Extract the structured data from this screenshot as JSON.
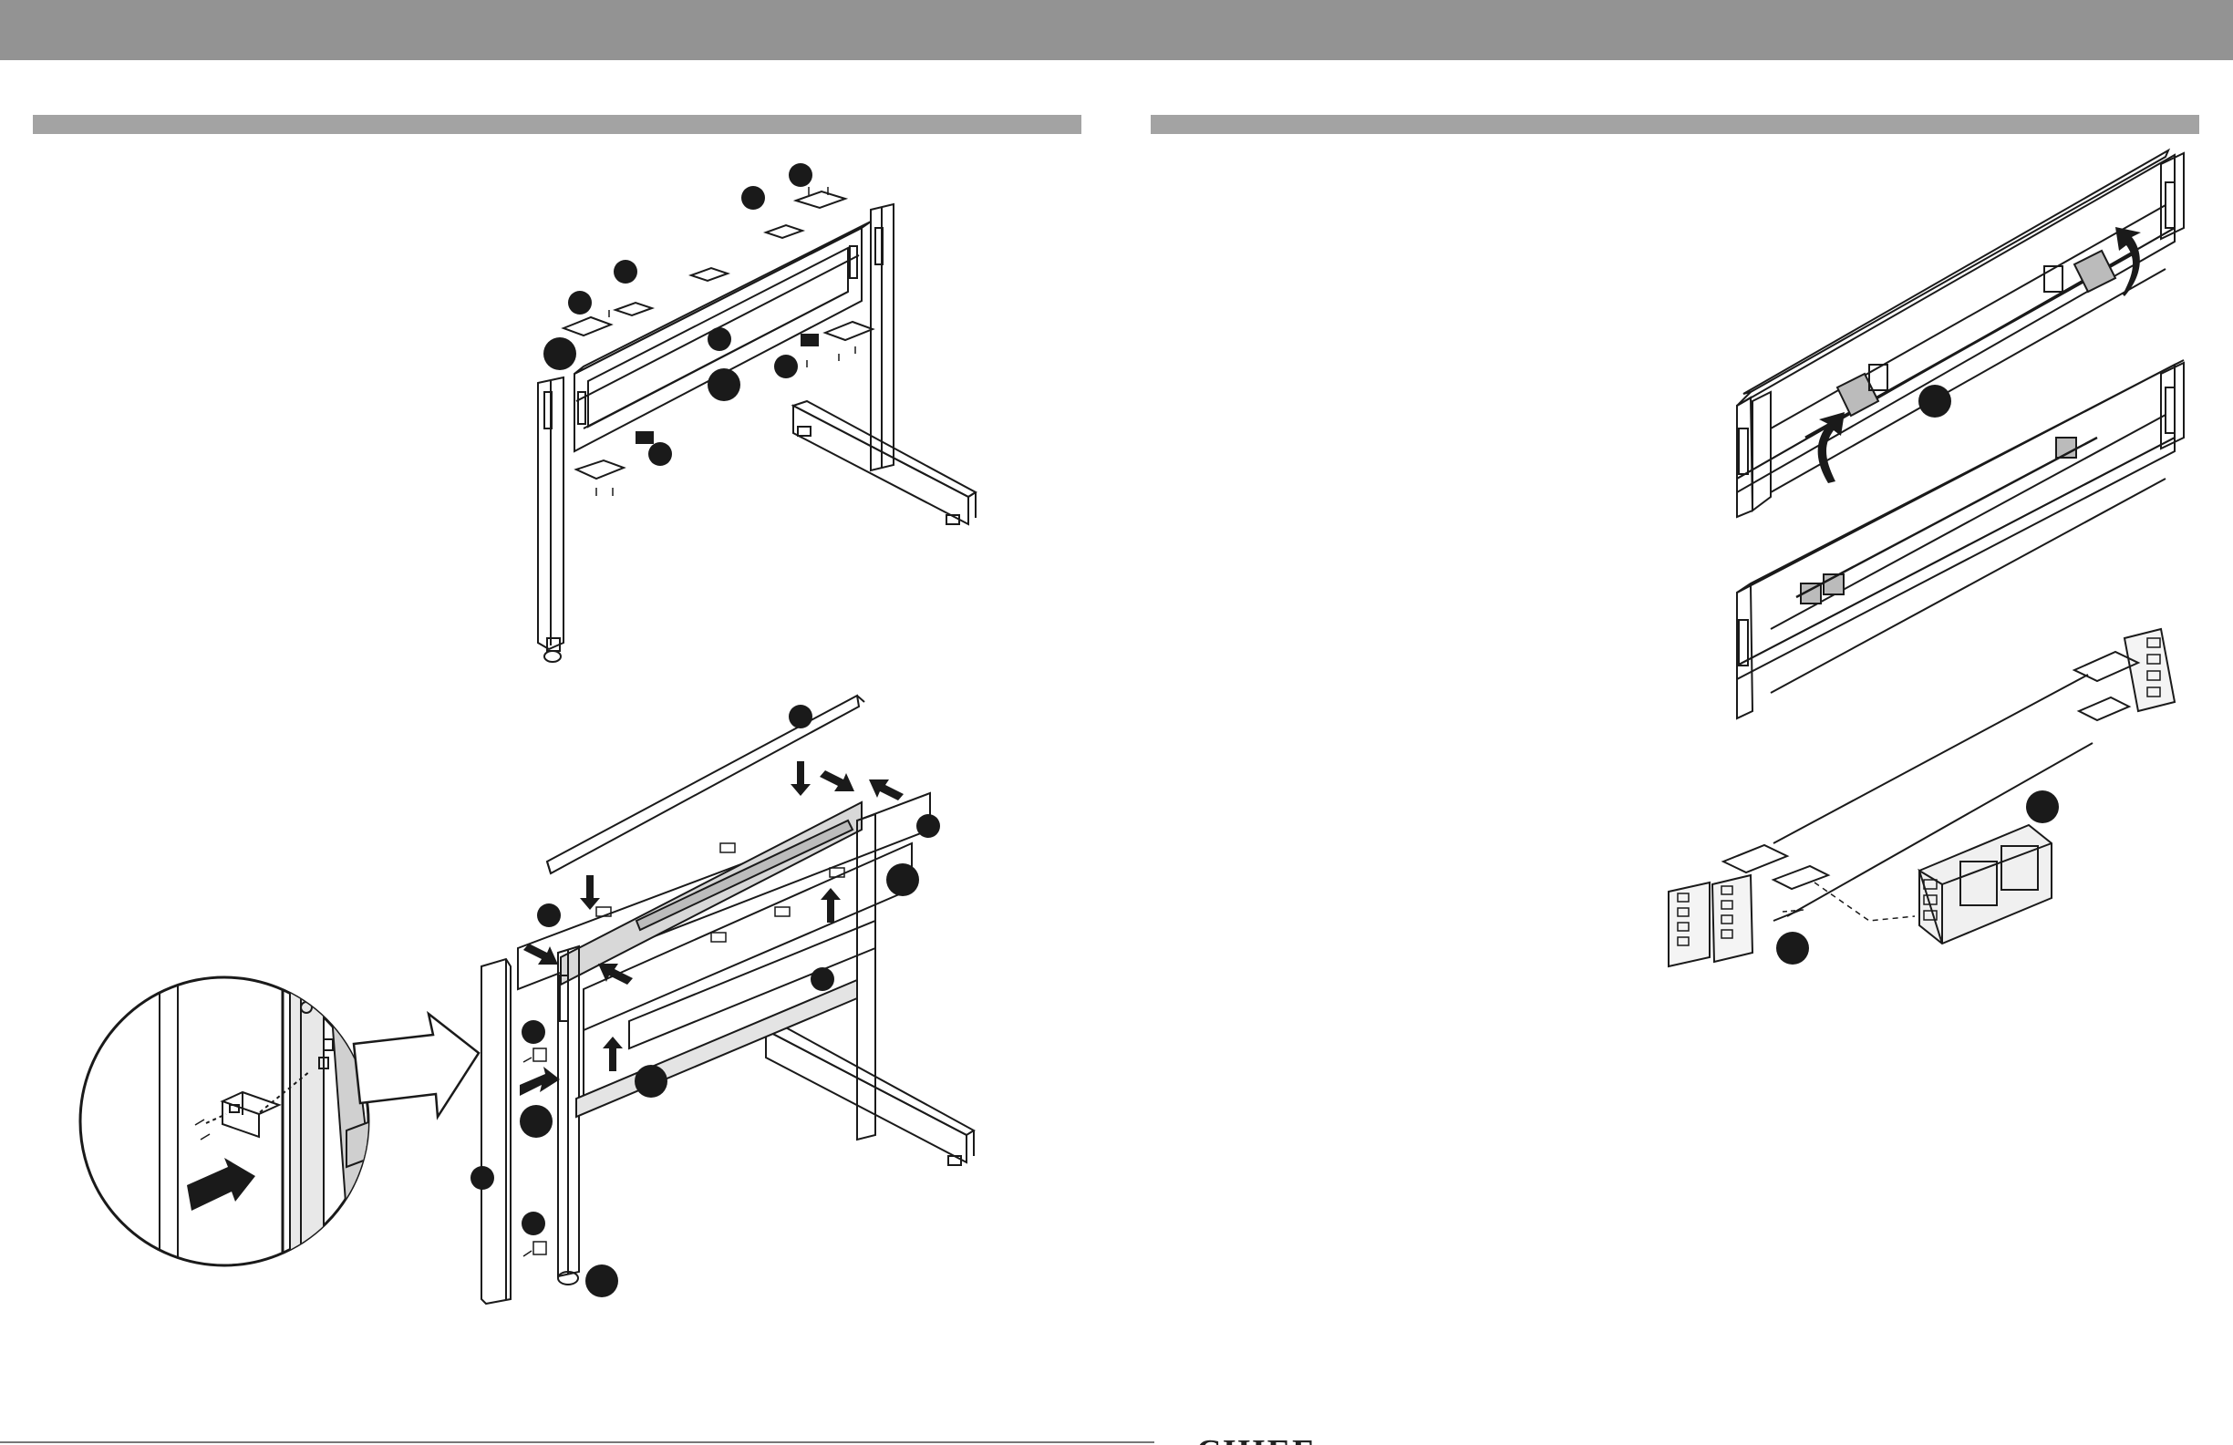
{
  "page": {
    "header_color": "#939393",
    "section_bar_color": "#a3a3a3",
    "line_color": "#1a1a1a",
    "callout_color": "#1a1a1a"
  },
  "panels": [
    {
      "name": "frame-assembly-top"
    },
    {
      "name": "frame-assembly-covers"
    },
    {
      "name": "detail-magnifier"
    },
    {
      "name": "power-channel-rotation"
    },
    {
      "name": "power-channel-installed"
    },
    {
      "name": "power-module-exploded"
    }
  ],
  "logo": {
    "text": "CHIEF"
  }
}
